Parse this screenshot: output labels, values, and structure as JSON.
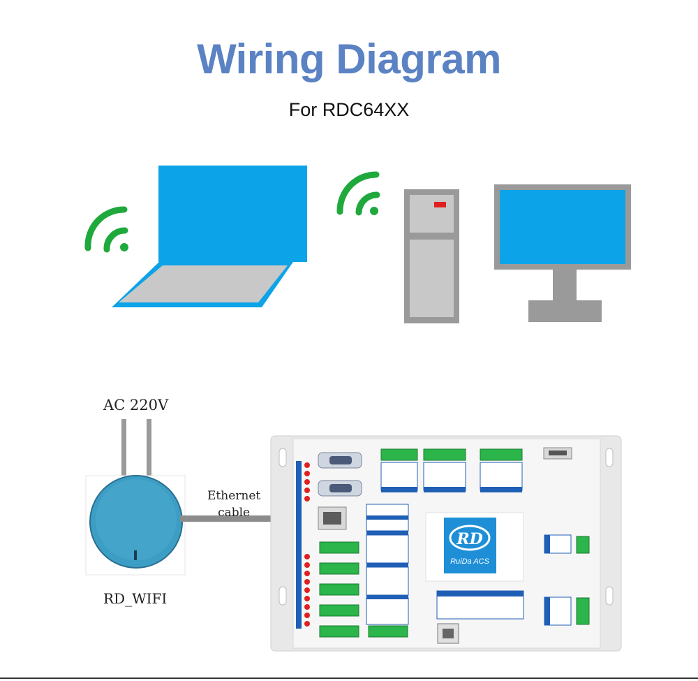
{
  "header": {
    "title": "Wiring Diagram",
    "subtitle": "For RDC64XX"
  },
  "labels": {
    "power": "AC 220V",
    "cable_line1": "Ethernet",
    "cable_line2": "cable",
    "wifi_module": "RD_WIFI"
  },
  "controller": {
    "logo": "RD",
    "brand": "RuiDa ACS"
  },
  "colors": {
    "title": "#5b82c3",
    "laptop": "#0ca3e8",
    "wifi_signal": "#1fa93c",
    "pc_gray": "#9a9a9a",
    "pc_indicator": "#e02020",
    "wifi_module": "#3d9ec5",
    "board": "#f1f1f1"
  },
  "icons": [
    "laptop-icon",
    "wifi-signal-icon",
    "pc-tower-icon",
    "monitor-icon",
    "wifi-module-icon",
    "controller-board"
  ]
}
